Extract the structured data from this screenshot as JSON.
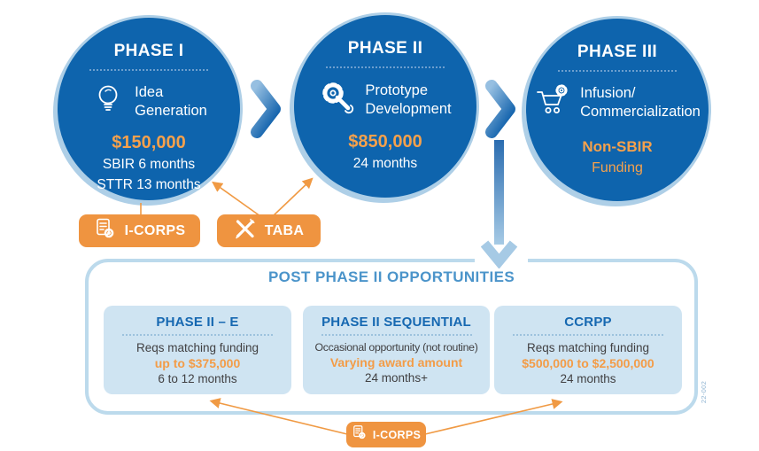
{
  "colors": {
    "circle_blue": "#0e64ad",
    "circle_rim": "#aecfe7",
    "badge_orange": "#ef9440",
    "money_orange": "#f6a14c",
    "box_border_blue": "#bcdaec",
    "card_bg_blue": "#cfe4f2",
    "title_blue": "#4b94ca",
    "card_header_blue": "#1668b1",
    "body_gray": "#414042"
  },
  "phases": [
    {
      "title": "PHASE I",
      "icon": "lightbulb-icon",
      "label1": "Idea",
      "label2": "Generation",
      "funding": "$150,000",
      "details": [
        "SBIR 6 months",
        "STTR 13 months"
      ]
    },
    {
      "title": "PHASE II",
      "icon": "gear-wrench-icon",
      "label1": "Prototype",
      "label2": "Development",
      "funding": "$850,000",
      "details": [
        "24 months"
      ]
    },
    {
      "title": "PHASE III",
      "icon": "cart-gear-icon",
      "label1": "Infusion/",
      "label2": "Commercialization",
      "funding": "Non-SBIR",
      "details": [
        "Funding"
      ]
    }
  ],
  "badges": {
    "icorps_top": "I-CORPS",
    "taba": "TABA",
    "icorps_bottom": "I-CORPS"
  },
  "post_phase2": {
    "title": "POST PHASE II OPPORTUNITIES",
    "cards": [
      {
        "title": "PHASE II – E",
        "line1": "Reqs matching funding",
        "highlight": "up to $375,000",
        "line3": "6 to 12 months"
      },
      {
        "title": "PHASE II SEQUENTIAL",
        "line1": "Occasional opportunity (not routine)",
        "highlight": "Varying award amount",
        "line3": "24 months+"
      },
      {
        "title": "CCRPP",
        "line1": "Reqs matching funding",
        "highlight": "$500,000 to $2,500,000",
        "line3": "24 months"
      }
    ]
  },
  "figure_number": "22-002"
}
